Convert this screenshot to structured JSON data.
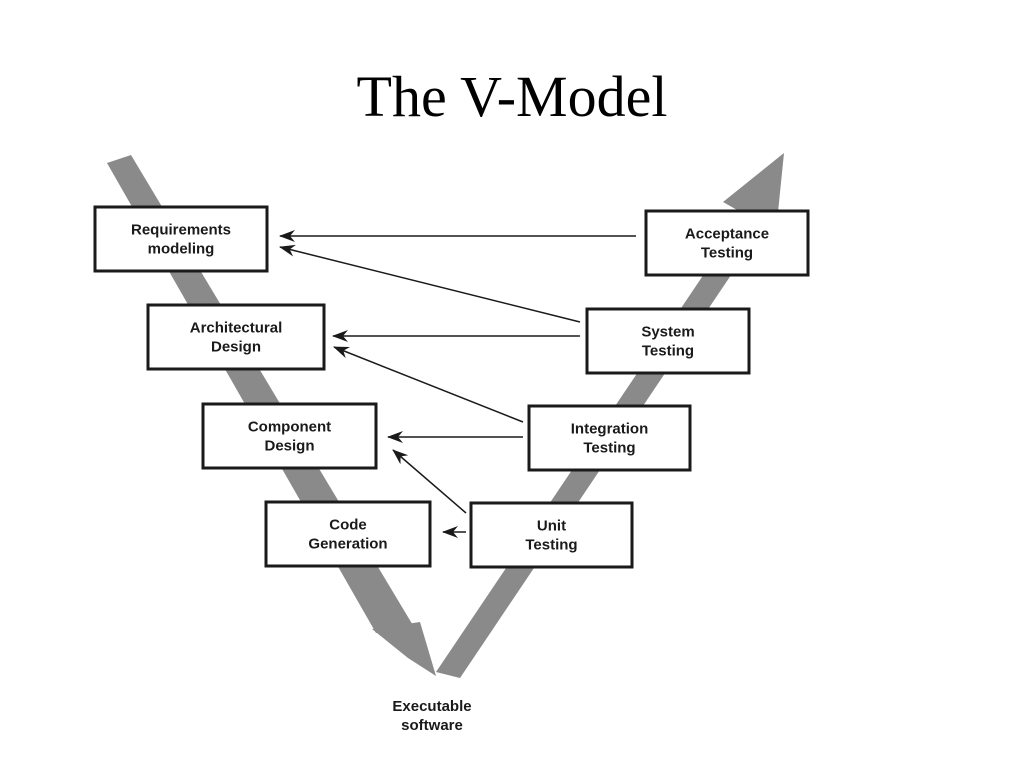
{
  "title": "The V-Model",
  "colors": {
    "v_band": "#8a8a8a",
    "box_border": "#1a1a1a",
    "connector": "#1a1a1a",
    "background": "#ffffff"
  },
  "design_stages": [
    {
      "id": "requirements",
      "lines": [
        "Requirements",
        "modeling"
      ]
    },
    {
      "id": "architectural",
      "lines": [
        "Architectural",
        "Design"
      ]
    },
    {
      "id": "component",
      "lines": [
        "Component",
        "Design"
      ]
    },
    {
      "id": "code",
      "lines": [
        "Code",
        "Generation"
      ]
    }
  ],
  "testing_stages": [
    {
      "id": "acceptance",
      "lines": [
        "Acceptance",
        "Testing"
      ]
    },
    {
      "id": "system",
      "lines": [
        "System",
        "Testing"
      ]
    },
    {
      "id": "integration",
      "lines": [
        "Integration",
        "Testing"
      ]
    },
    {
      "id": "unit",
      "lines": [
        "Unit",
        "Testing"
      ]
    }
  ],
  "connections": [
    {
      "from": "acceptance",
      "to": "requirements"
    },
    {
      "from": "system",
      "to": "requirements"
    },
    {
      "from": "system",
      "to": "architectural"
    },
    {
      "from": "integration",
      "to": "architectural"
    },
    {
      "from": "integration",
      "to": "component"
    },
    {
      "from": "unit",
      "to": "component"
    },
    {
      "from": "unit",
      "to": "code"
    }
  ],
  "footer": {
    "lines": [
      "Executable",
      "software"
    ]
  }
}
